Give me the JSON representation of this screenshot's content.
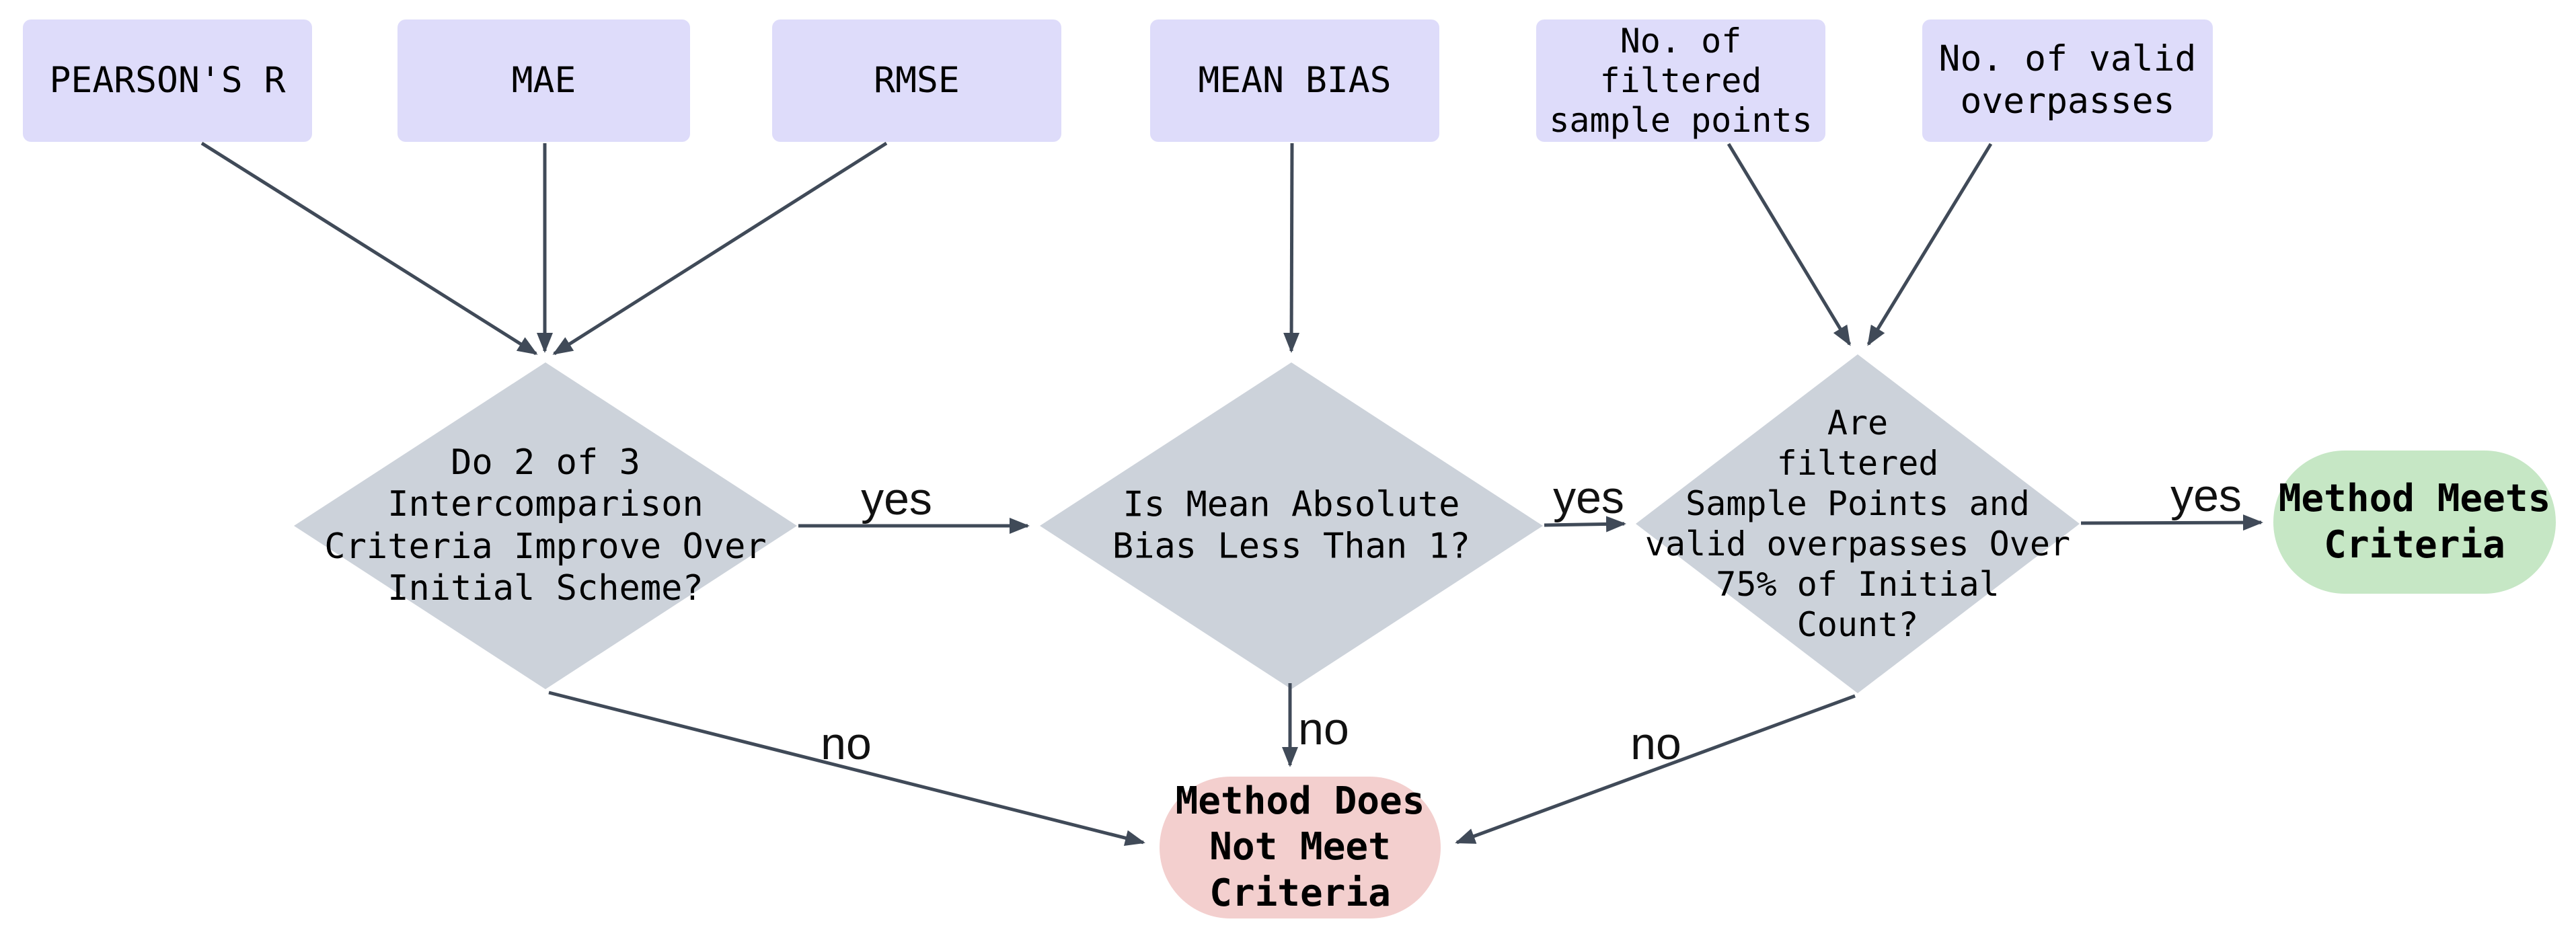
{
  "colors": {
    "bg": "#ffffff",
    "metric": "#dedcfa",
    "decision": "#ccd2da",
    "pass": "#c6e7c5",
    "fail": "#f3cfce",
    "edge": "#404a58",
    "text": "#000000"
  },
  "metrics": [
    {
      "label": "PEARSON'S R"
    },
    {
      "label": "MAE"
    },
    {
      "label": "RMSE"
    },
    {
      "label": "MEAN BIAS"
    },
    {
      "label": "No. of\nfiltered\nsample points"
    },
    {
      "label": "No. of valid\noverpasses"
    }
  ],
  "decisions": [
    {
      "label": "Do 2 of 3\nIntercomparison\nCriteria Improve Over\nInitial Scheme?"
    },
    {
      "label": "Is Mean Absolute\nBias Less Than 1?"
    },
    {
      "label": "Are\nfiltered\nSample Points and\nvalid overpasses Over\n75% of Initial\nCount?"
    }
  ],
  "outcomes": {
    "pass": "Method Meets\nCriteria",
    "fail": "Method Does\nNot Meet\nCriteria"
  },
  "edge_labels": {
    "yes": "yes",
    "no": "no"
  }
}
